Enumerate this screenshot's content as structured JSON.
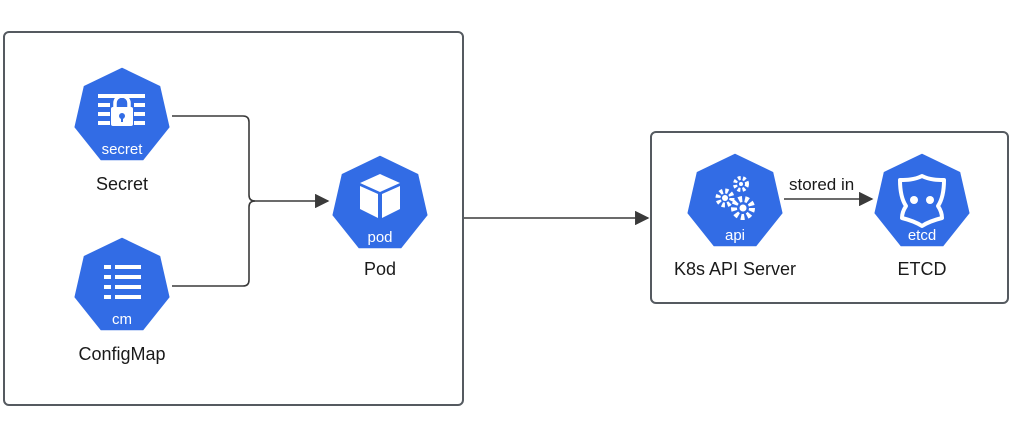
{
  "nodes": {
    "secret": {
      "abbr": "secret",
      "label": "Secret"
    },
    "configmap": {
      "abbr": "cm",
      "label": "ConfigMap"
    },
    "pod": {
      "abbr": "pod",
      "label": "Pod"
    },
    "api_server": {
      "abbr": "api",
      "label": "K8s API Server"
    },
    "etcd": {
      "abbr": "etcd",
      "label": "ETCD"
    }
  },
  "edges": {
    "api_to_etcd_label": "stored in"
  },
  "colors": {
    "k8s_blue": "#326ce5",
    "border": "#555a60",
    "line": "#3a3a3a"
  },
  "icons": {
    "secret": "lock-icon",
    "configmap": "list-icon",
    "pod": "cube-icon",
    "api_server": "gears-icon",
    "etcd": "etcd-icon"
  }
}
